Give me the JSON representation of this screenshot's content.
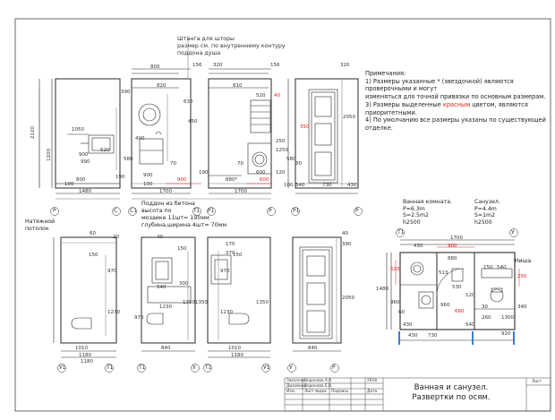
{
  "notes": {
    "heading": "Примечания:",
    "lines": [
      "1) Размеры указанные * (звездочкой) являются",
      "проверочными и могут",
      "изменяться для точной привязки по основным размерам.",
      "3) Размеры выделенные ",
      " цветом, являются",
      "приоритетными.",
      "4) По умолчанию все размеры указаны по существующей",
      "отделке."
    ],
    "red_word": "красным"
  },
  "shower_rod_note": [
    "Штанга для шторы",
    "размер см. по внутреннему контуру",
    "поддона душа"
  ],
  "concrete_note": [
    "Поддон из бетона",
    "высота по",
    "мозаике 11шт= 190мм",
    "глубина,ширина 4шт= 70мм"
  ],
  "stretch_ceiling": [
    "Натяжной",
    "потолок"
  ],
  "bathroom": {
    "title": "Ванная комната.",
    "perimeter": "P=6.3m",
    "area": "S=2.5m2",
    "height": "h2500"
  },
  "toilet": {
    "title": "Санузел.",
    "perimeter": "P=4.4m",
    "area": "S=1m2",
    "height": "h2500"
  },
  "niche": "Ниша",
  "title_block": {
    "drawing_title_1": "Ванная и санузел.",
    "drawing_title_2": "Развертки по осям.",
    "sheet_label": "Лист",
    "rows": [
      {
        "role": "Заказчик",
        "name": "Воронова А.А."
      },
      {
        "role": "Дизайнер",
        "name": "Воронова Е.В."
      },
      {
        "role": "Изм.",
        "name": "Лист  №док"
      }
    ],
    "year": "2018",
    "signature": "Подпись",
    "date": "Дата"
  },
  "axes": [
    "P",
    "C",
    "C1",
    "T1",
    "P1",
    "P",
    "У1",
    "T1",
    "T1",
    "У",
    "У",
    "P",
    "P1",
    "P",
    "T1",
    "У1",
    "T1",
    "У"
  ],
  "dims": {
    "top_row": [
      "800",
      "820",
      "810",
      "390",
      "156",
      "156",
      "520",
      "40",
      "630",
      "1050",
      "520",
      "400",
      "450",
      "600",
      "350",
      "1250",
      "2050",
      "580",
      "580",
      "990",
      "70",
      "70",
      "250",
      "120",
      "900",
      "880*",
      "600",
      "540",
      "730",
      "430",
      "1480",
      "1700",
      "1700",
      "800",
      "2120",
      "1200",
      "900",
      "900",
      "190",
      "100",
      "190",
      "100",
      "100",
      "320",
      "320",
      "30"
    ],
    "bottom_row": [
      "150",
      "60",
      "20",
      "150",
      "370",
      "970",
      "1230",
      "1010",
      "1180",
      "40",
      "540",
      "300",
      "1230",
      "1350",
      "970",
      "840",
      "170",
      "1180",
      "970",
      "150",
      "1010",
      "1180",
      "1230",
      "840",
      "390",
      "2050",
      "1350",
      "1350",
      "40"
    ],
    "plan": [
      "1700",
      "900",
      "430",
      "520",
      "1480",
      "960",
      "880",
      "150",
      "540",
      "513",
      "530",
      "120",
      "960",
      "250",
      "660",
      "30",
      "540",
      "430",
      "730",
      "430",
      "920",
      "60",
      "340",
      "260",
      "1300"
    ]
  },
  "colors": {
    "line": "#2a2a2a",
    "red": "#e0201a",
    "grey": "#9a9a9a",
    "blue_wall": "#3a7fd0"
  }
}
